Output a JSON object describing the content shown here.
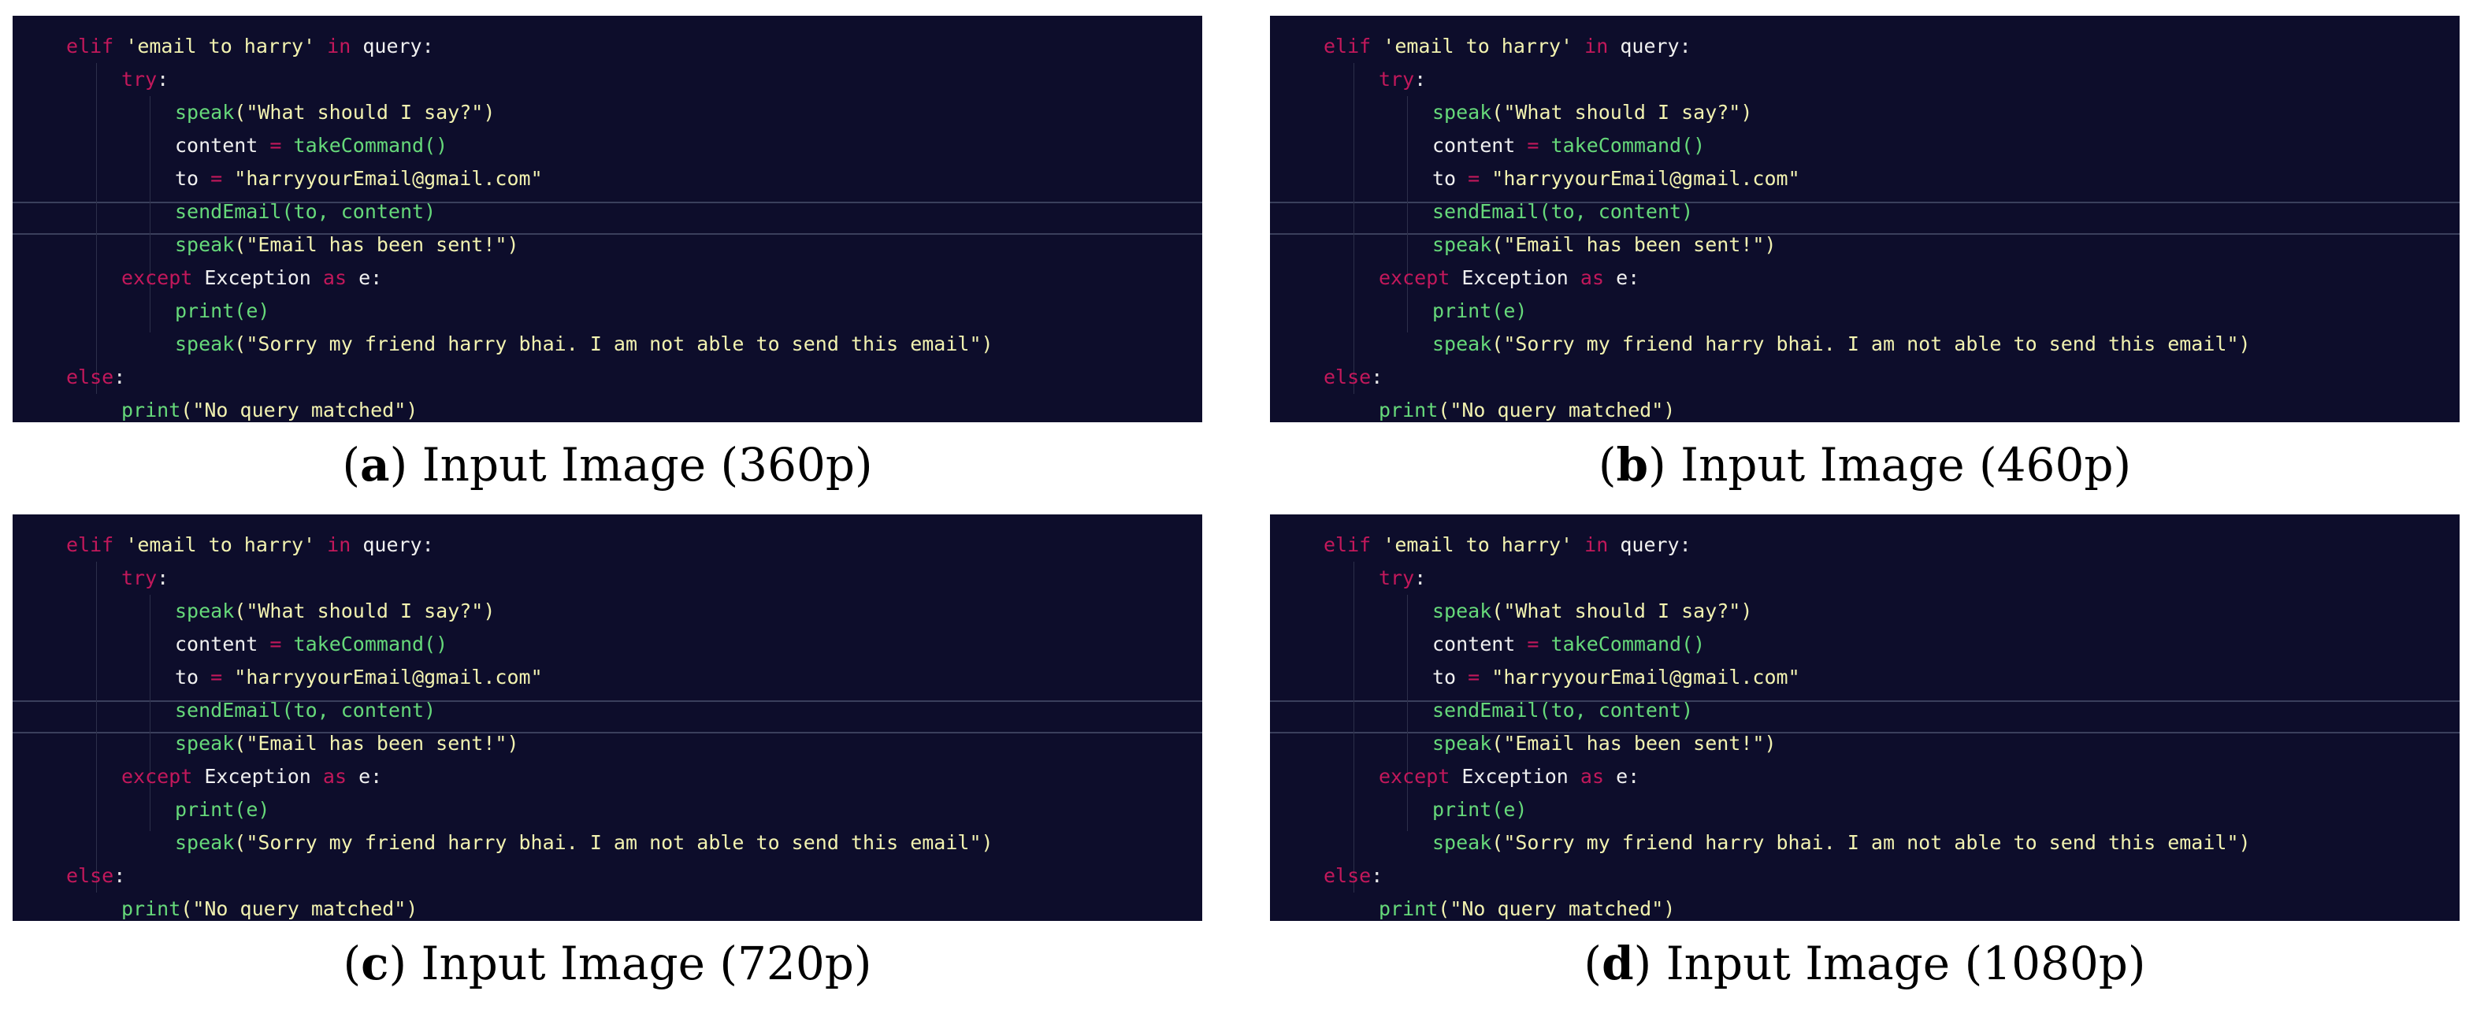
{
  "panels": [
    {
      "tag": "a",
      "label": "Input Image (360p)"
    },
    {
      "tag": "b",
      "label": "Input Image (460p)"
    },
    {
      "tag": "c",
      "label": "Input Image (720p)"
    },
    {
      "tag": "d",
      "label": "Input Image (1080p)"
    }
  ],
  "code": {
    "elif": "elif",
    "q_email": "'email to harry'",
    "in": "in",
    "query": "query",
    "try": "try",
    "speak": "speak",
    "s_what": "\"What should I say?\"",
    "content": "content",
    "assign": "=",
    "takeCommand": "takeCommand",
    "to": "to",
    "s_addr": "\"harryyourEmail@gmail.com\"",
    "sendEmail": "sendEmail",
    "args": "(to, content)",
    "s_sent": "\"Email has been sent!\"",
    "except": "except",
    "Exception": "Exception",
    "as": "as",
    "e": "e",
    "print": "print",
    "pe": "(e)",
    "s_sorry": "\"Sorry my friend harry bhai. I am not able to send this email\"",
    "else": "else",
    "s_noq": "\"No query matched\""
  },
  "colors": {
    "background": "#0d0d2b",
    "keyword": "#c2185b",
    "string": "#f2f2b0",
    "function": "#66d97a",
    "identifier": "#f0f0f0"
  }
}
